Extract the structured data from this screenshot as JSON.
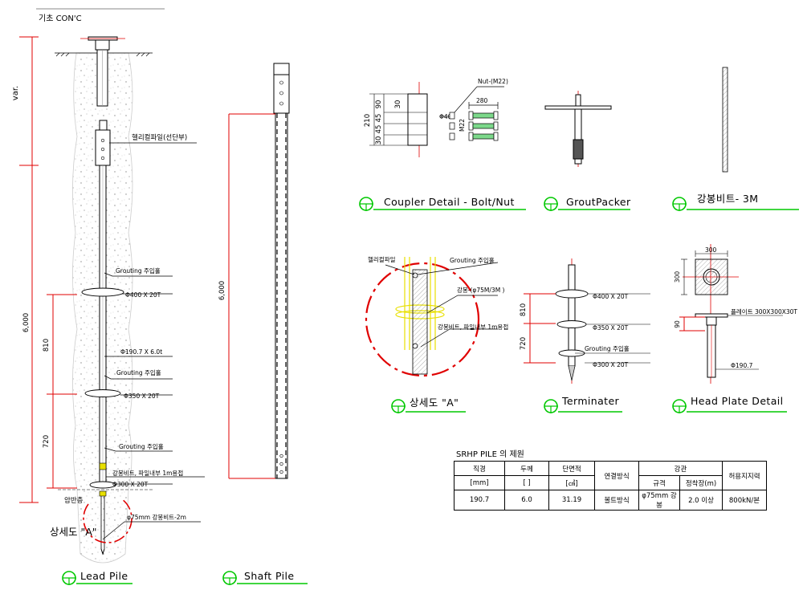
{
  "lead_pile": {
    "top_label": "기초 CON'C",
    "dim_var": "var.",
    "dim_total": "6,000",
    "dim_810": "810",
    "dim_720": "720",
    "label_helical": "헬리컬파일(선단부)",
    "label_grout1": "Grouting 주입홀",
    "label_plate400": "Φ400 X 20T",
    "label_shaft": "Φ190.7 X 6.0t",
    "label_grout2": "Grouting 주입홀",
    "label_plate350": "Φ350 X 20T",
    "label_grout3": "Grouting 주입홀",
    "label_weld": "강봉비트, 파일내부 1m용접",
    "label_plate300": "Φ300 X 20T",
    "label_rock": "암반층",
    "label_bit": "φ75mm 강봉비트-2m",
    "label_detail": "상세도 \"A\"",
    "title": "Lead Pile"
  },
  "shaft_pile": {
    "dim": "6,000",
    "title": "Shaft Pile"
  },
  "coupler": {
    "title": "Coupler Detail - Bolt/Nut",
    "dim_210": "210",
    "dim_90": "90",
    "dim_30": "30",
    "dim_45a": "45",
    "dim_45b": "45",
    "dim_30b": "30",
    "dim_280": "280",
    "nut_label": "Nut-(M22)",
    "hole_label": "Φ40",
    "bolt_label": "M22"
  },
  "grout_packer": {
    "title": "GroutPacker"
  },
  "steel_bit": {
    "title": "강봉비트- 3M"
  },
  "detail_a": {
    "title": "상세도 \"A\"",
    "label_helical": "헬리컬파일",
    "label_grout": "Grouting 주입홀",
    "label_bar": "강봉-(φ75M/3M )",
    "label_bit": "강봉비트, 파일내부 1m용접"
  },
  "terminater": {
    "title": "Terminater",
    "dim_810": "810",
    "dim_720": "720",
    "label_400": "Φ400 X 20T",
    "label_350": "Φ350 X 20T",
    "label_grout": "Grouting 주입홀",
    "label_300": "Φ300 X 20T"
  },
  "head_plate": {
    "title": "Head Plate Detail",
    "dim_300_top": "300",
    "dim_300_side": "300",
    "dim_90": "90",
    "plate_label": "플레이트 300X300X30T",
    "pipe_label": "Φ190.7"
  },
  "spec_table": {
    "title": "SRHP PILE 의 제원",
    "h_diameter": "직경",
    "h_thickness": "두께",
    "h_area": "단면적",
    "h_joint": "연결방식",
    "h_bar": "강관",
    "h_capacity": "허용지지력",
    "u_diameter": "[mm]",
    "u_thickness": "[    ]",
    "u_area": "[㎠]",
    "u_spec": "규격",
    "u_length": "정착장(m)",
    "v_diameter": "190.7",
    "v_thickness": "6.0",
    "v_area": "31.19",
    "v_joint": "볼트방식",
    "v_spec": "φ75mm 강봉",
    "v_length": "2.0 이상",
    "v_capacity": "800kN/본"
  },
  "colors": {
    "dimension": "#e00000",
    "leader": "#00c800",
    "drawing": "#000000",
    "highlight": "#e8e000"
  }
}
